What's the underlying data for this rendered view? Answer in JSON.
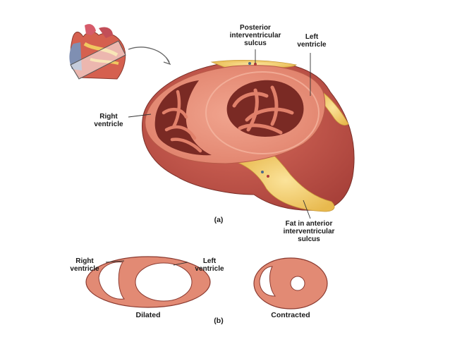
{
  "labels": {
    "posterior_sulcus": [
      "Posterior",
      "interventricular",
      "sulcus"
    ],
    "left_ventricle_top": [
      "Left",
      "ventricle"
    ],
    "right_ventricle_main": [
      "Right",
      "ventricle"
    ],
    "fat_anterior_sulcus": [
      "Fat in anterior",
      "interventricular",
      "sulcus"
    ],
    "part_a": "(a)",
    "right_ventricle_small": [
      "Right",
      "ventricle"
    ],
    "left_ventricle_small": [
      "Left",
      "ventricle"
    ],
    "dilated": "Dilated",
    "contracted": "Contracted",
    "part_b": "(b)"
  },
  "colors": {
    "myocardium_cut": "#e8907a",
    "myocardium_outer": "#c9584a",
    "cavity": "#7a2a24",
    "fat": "#f2cf6e",
    "line": "#333333"
  }
}
